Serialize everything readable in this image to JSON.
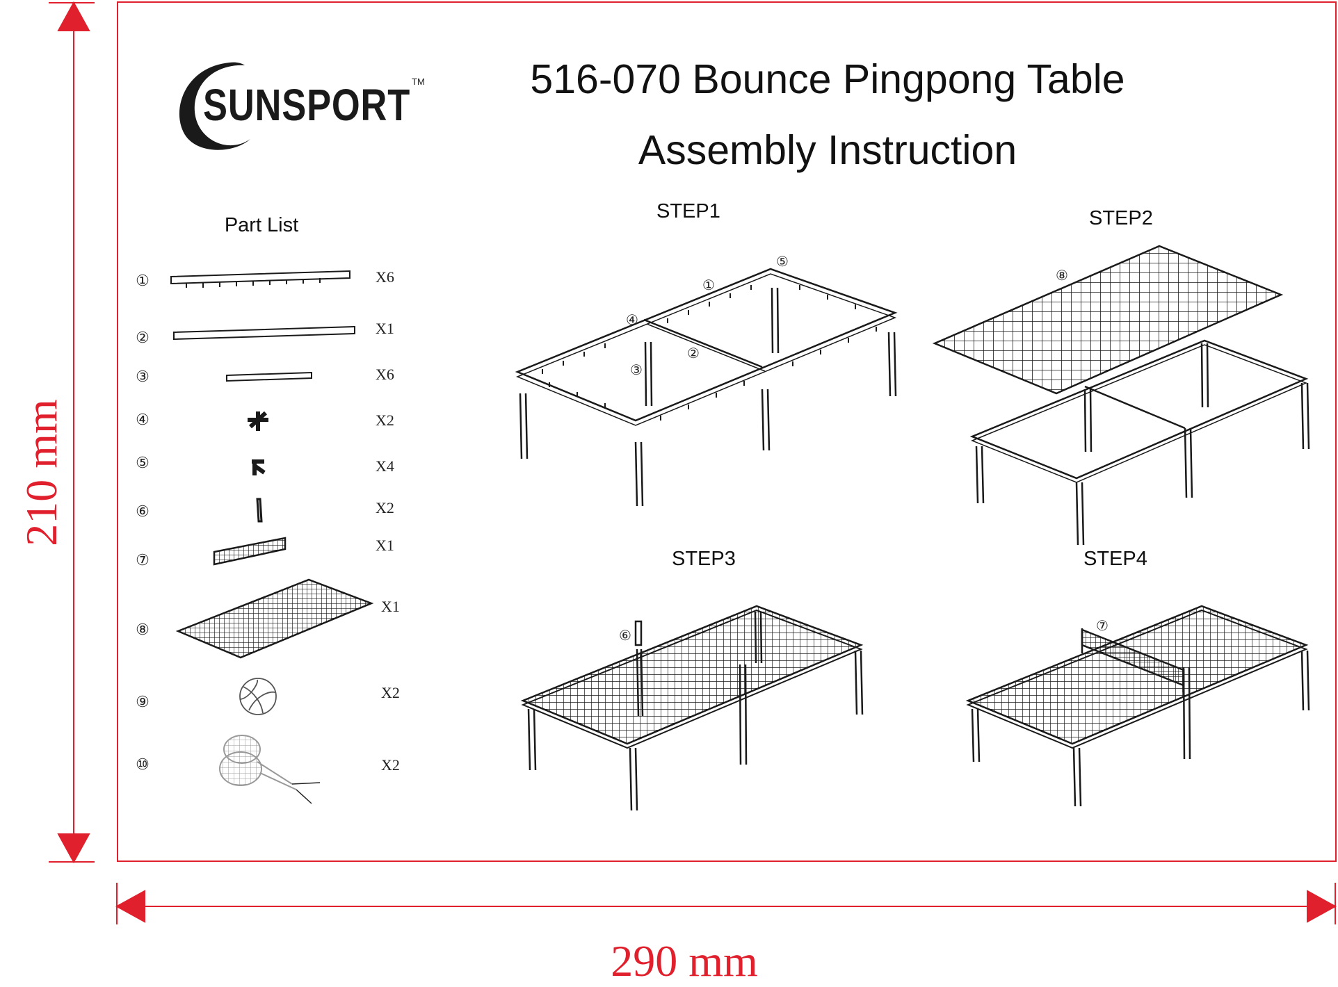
{
  "header": {
    "brand": "SUNSPORT",
    "trademark": "TM",
    "title": "516-070  Bounce Pingpong Table",
    "subtitle": "Assembly Instruction"
  },
  "parts": {
    "heading": "Part List",
    "items": [
      {
        "number": "①",
        "qty": "X6"
      },
      {
        "number": "②",
        "qty": "X1"
      },
      {
        "number": "③",
        "qty": "X6"
      },
      {
        "number": "④",
        "qty": "X2"
      },
      {
        "number": "⑤",
        "qty": "X4"
      },
      {
        "number": "⑥",
        "qty": "X2"
      },
      {
        "number": "⑦",
        "qty": "X1"
      },
      {
        "number": "⑧",
        "qty": "X1"
      },
      {
        "number": "⑨",
        "qty": "X2"
      },
      {
        "number": "⑩",
        "qty": "X2"
      }
    ]
  },
  "steps": {
    "step1": "STEP1",
    "step2": "STEP2",
    "step3": "STEP3",
    "step4": "STEP4"
  },
  "callouts": {
    "one": "①",
    "two": "②",
    "three": "③",
    "four": "④",
    "five": "⑤",
    "six": "⑥",
    "seven": "⑦",
    "eight": "⑧"
  },
  "dimensions": {
    "height": "210 mm",
    "width": "290 mm"
  },
  "colors": {
    "dimension_red": "#e0202c",
    "line": "#1a1a1a"
  }
}
